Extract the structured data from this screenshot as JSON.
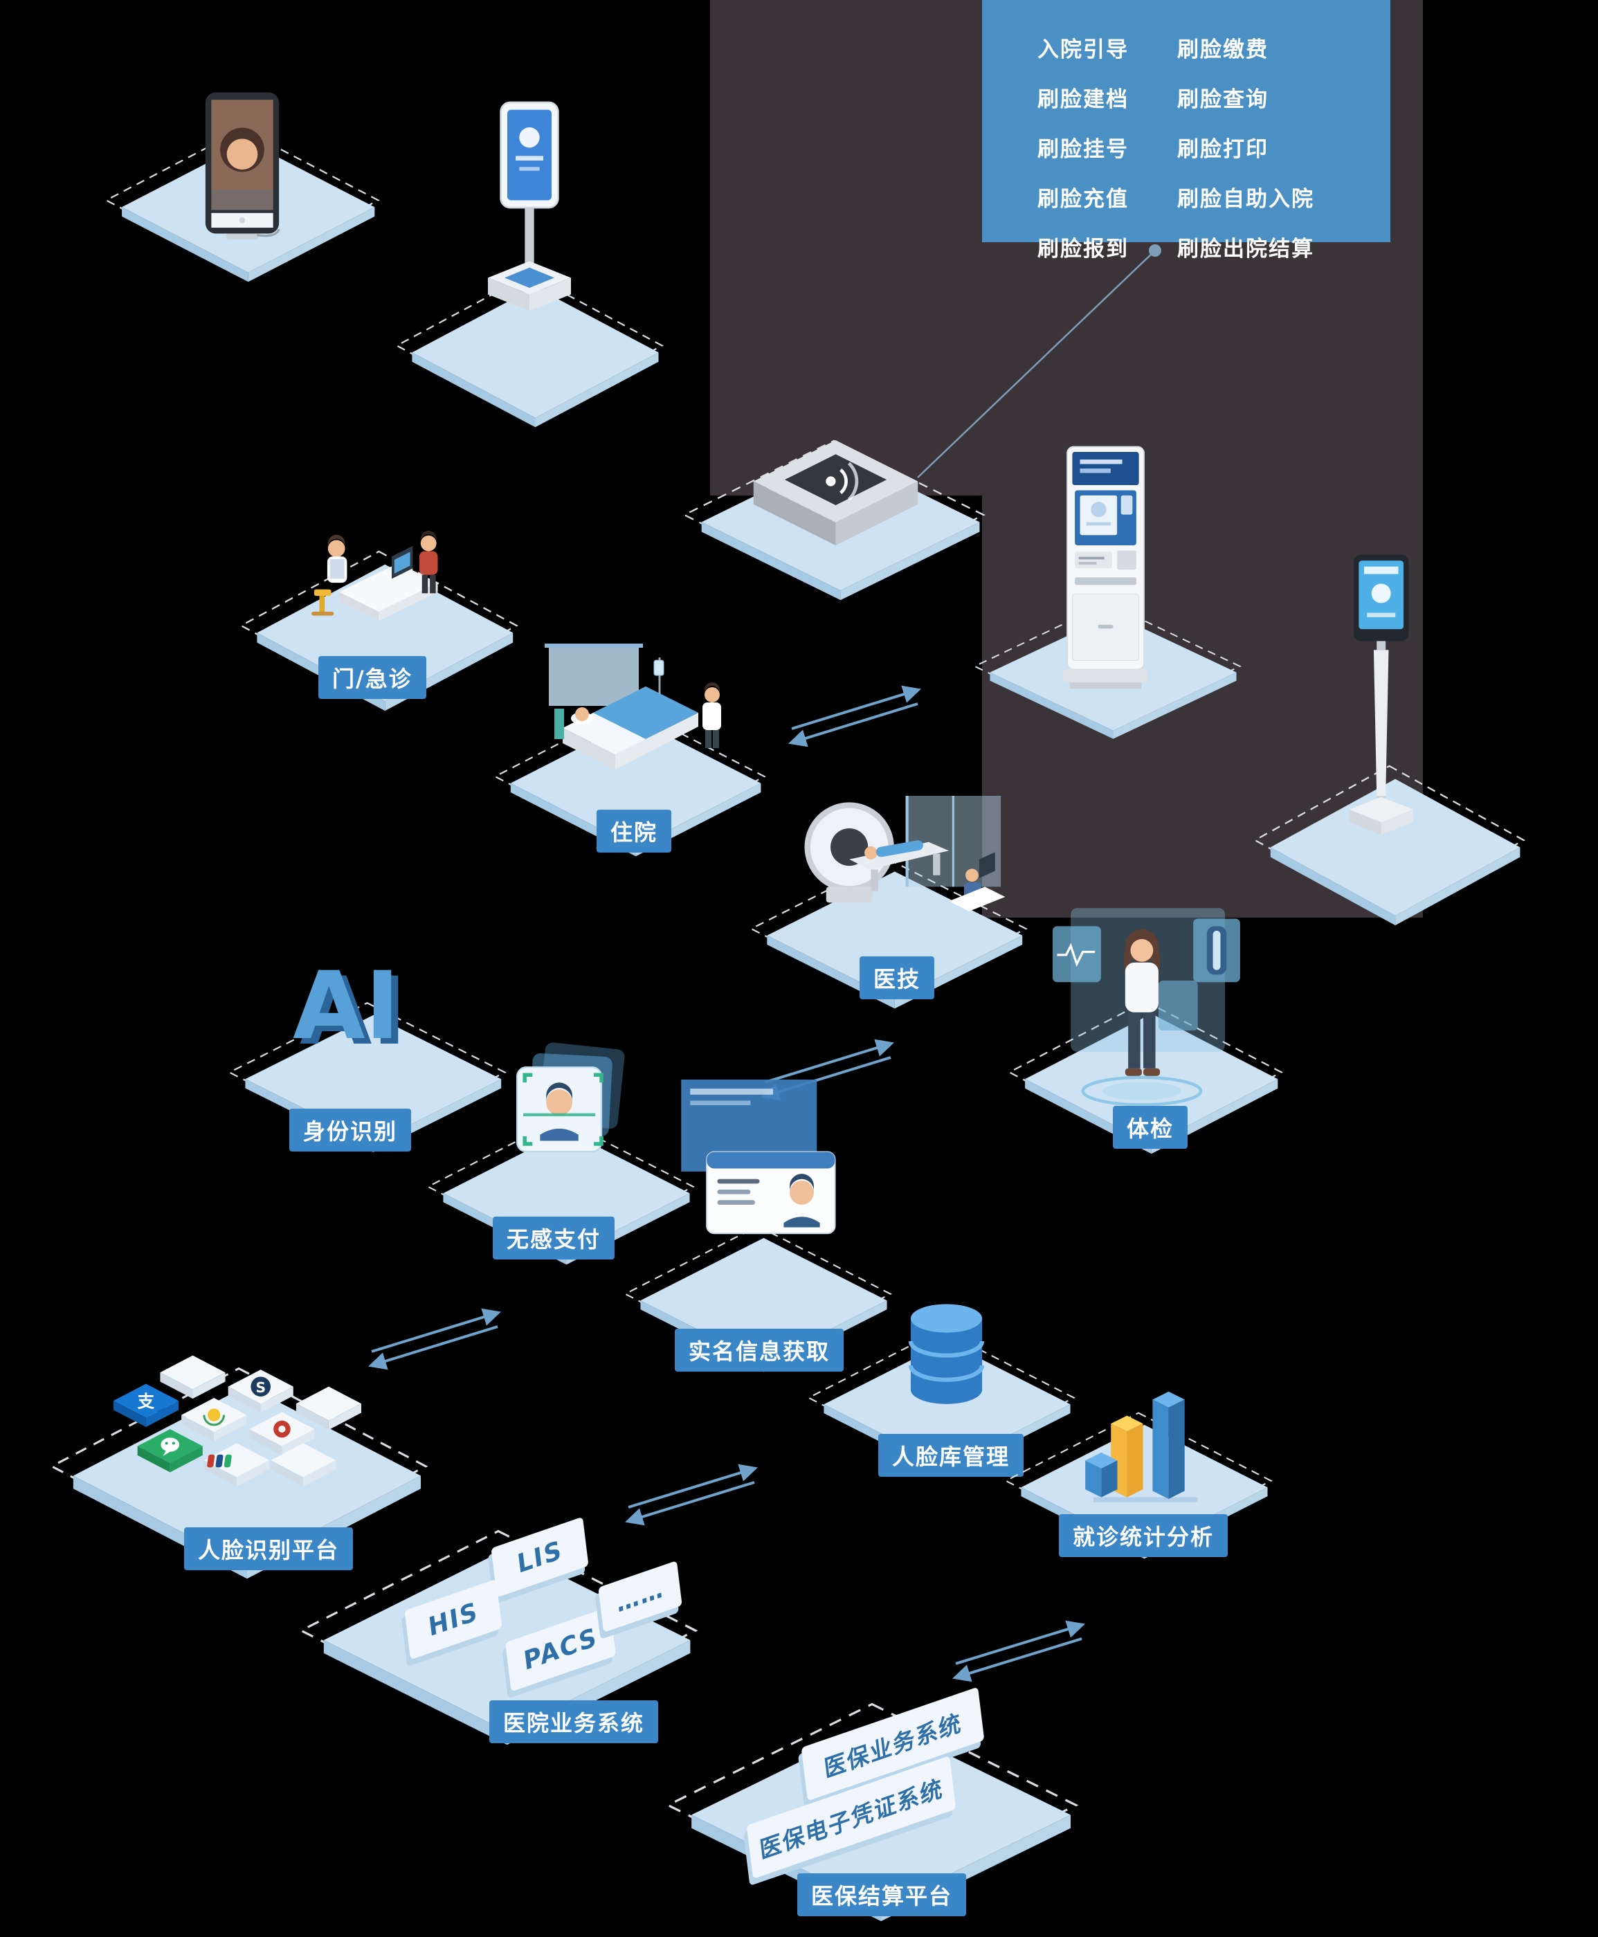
{
  "feature_panel": {
    "items_left": [
      "入院引导",
      "刷脸建档",
      "刷脸挂号",
      "刷脸充值",
      "刷脸报到"
    ],
    "items_right": [
      "刷脸缴费",
      "刷脸查询",
      "刷脸打印",
      "刷脸自助入院",
      "刷脸出院结算"
    ]
  },
  "nodes": {
    "outpatient": {
      "label": "门/急诊"
    },
    "inpatient": {
      "label": "住院"
    },
    "medtech": {
      "label": "医技"
    },
    "checkup": {
      "label": "体检"
    },
    "identity": {
      "label": "身份识别",
      "art_text": "AI"
    },
    "payment": {
      "label": "无感支付"
    },
    "realname": {
      "label": "实名信息获取"
    },
    "face_db": {
      "label": "人脸库管理"
    },
    "stats": {
      "label": "就诊统计分析"
    },
    "face_platform": {
      "label": "人脸识别平台"
    },
    "hospital_systems": {
      "label": "医院业务系统",
      "blocks": [
        "LIS",
        "HIS",
        "PACS",
        "……"
      ]
    },
    "insurance": {
      "label": "医保结算平台",
      "blocks": [
        "医保业务系统",
        "医保电子凭证系统"
      ]
    }
  },
  "icons": {
    "alipay_glyph": "支",
    "s_glyph": "S"
  },
  "colors": {
    "background": "#000000",
    "backdrop_panel": "#3a3438",
    "feature_panel_bg": "#4a90c4",
    "label_bg": "#3a86c7",
    "platform_top": "#cde2f3",
    "platform_edge": "#a6c9e4",
    "arrow": "#6fa3cc",
    "alipay_blue": "#1678d3",
    "wechat_green": "#2aae67",
    "bar_yellow": "#ffd45c",
    "bar_blue": "#3f8ccc"
  }
}
